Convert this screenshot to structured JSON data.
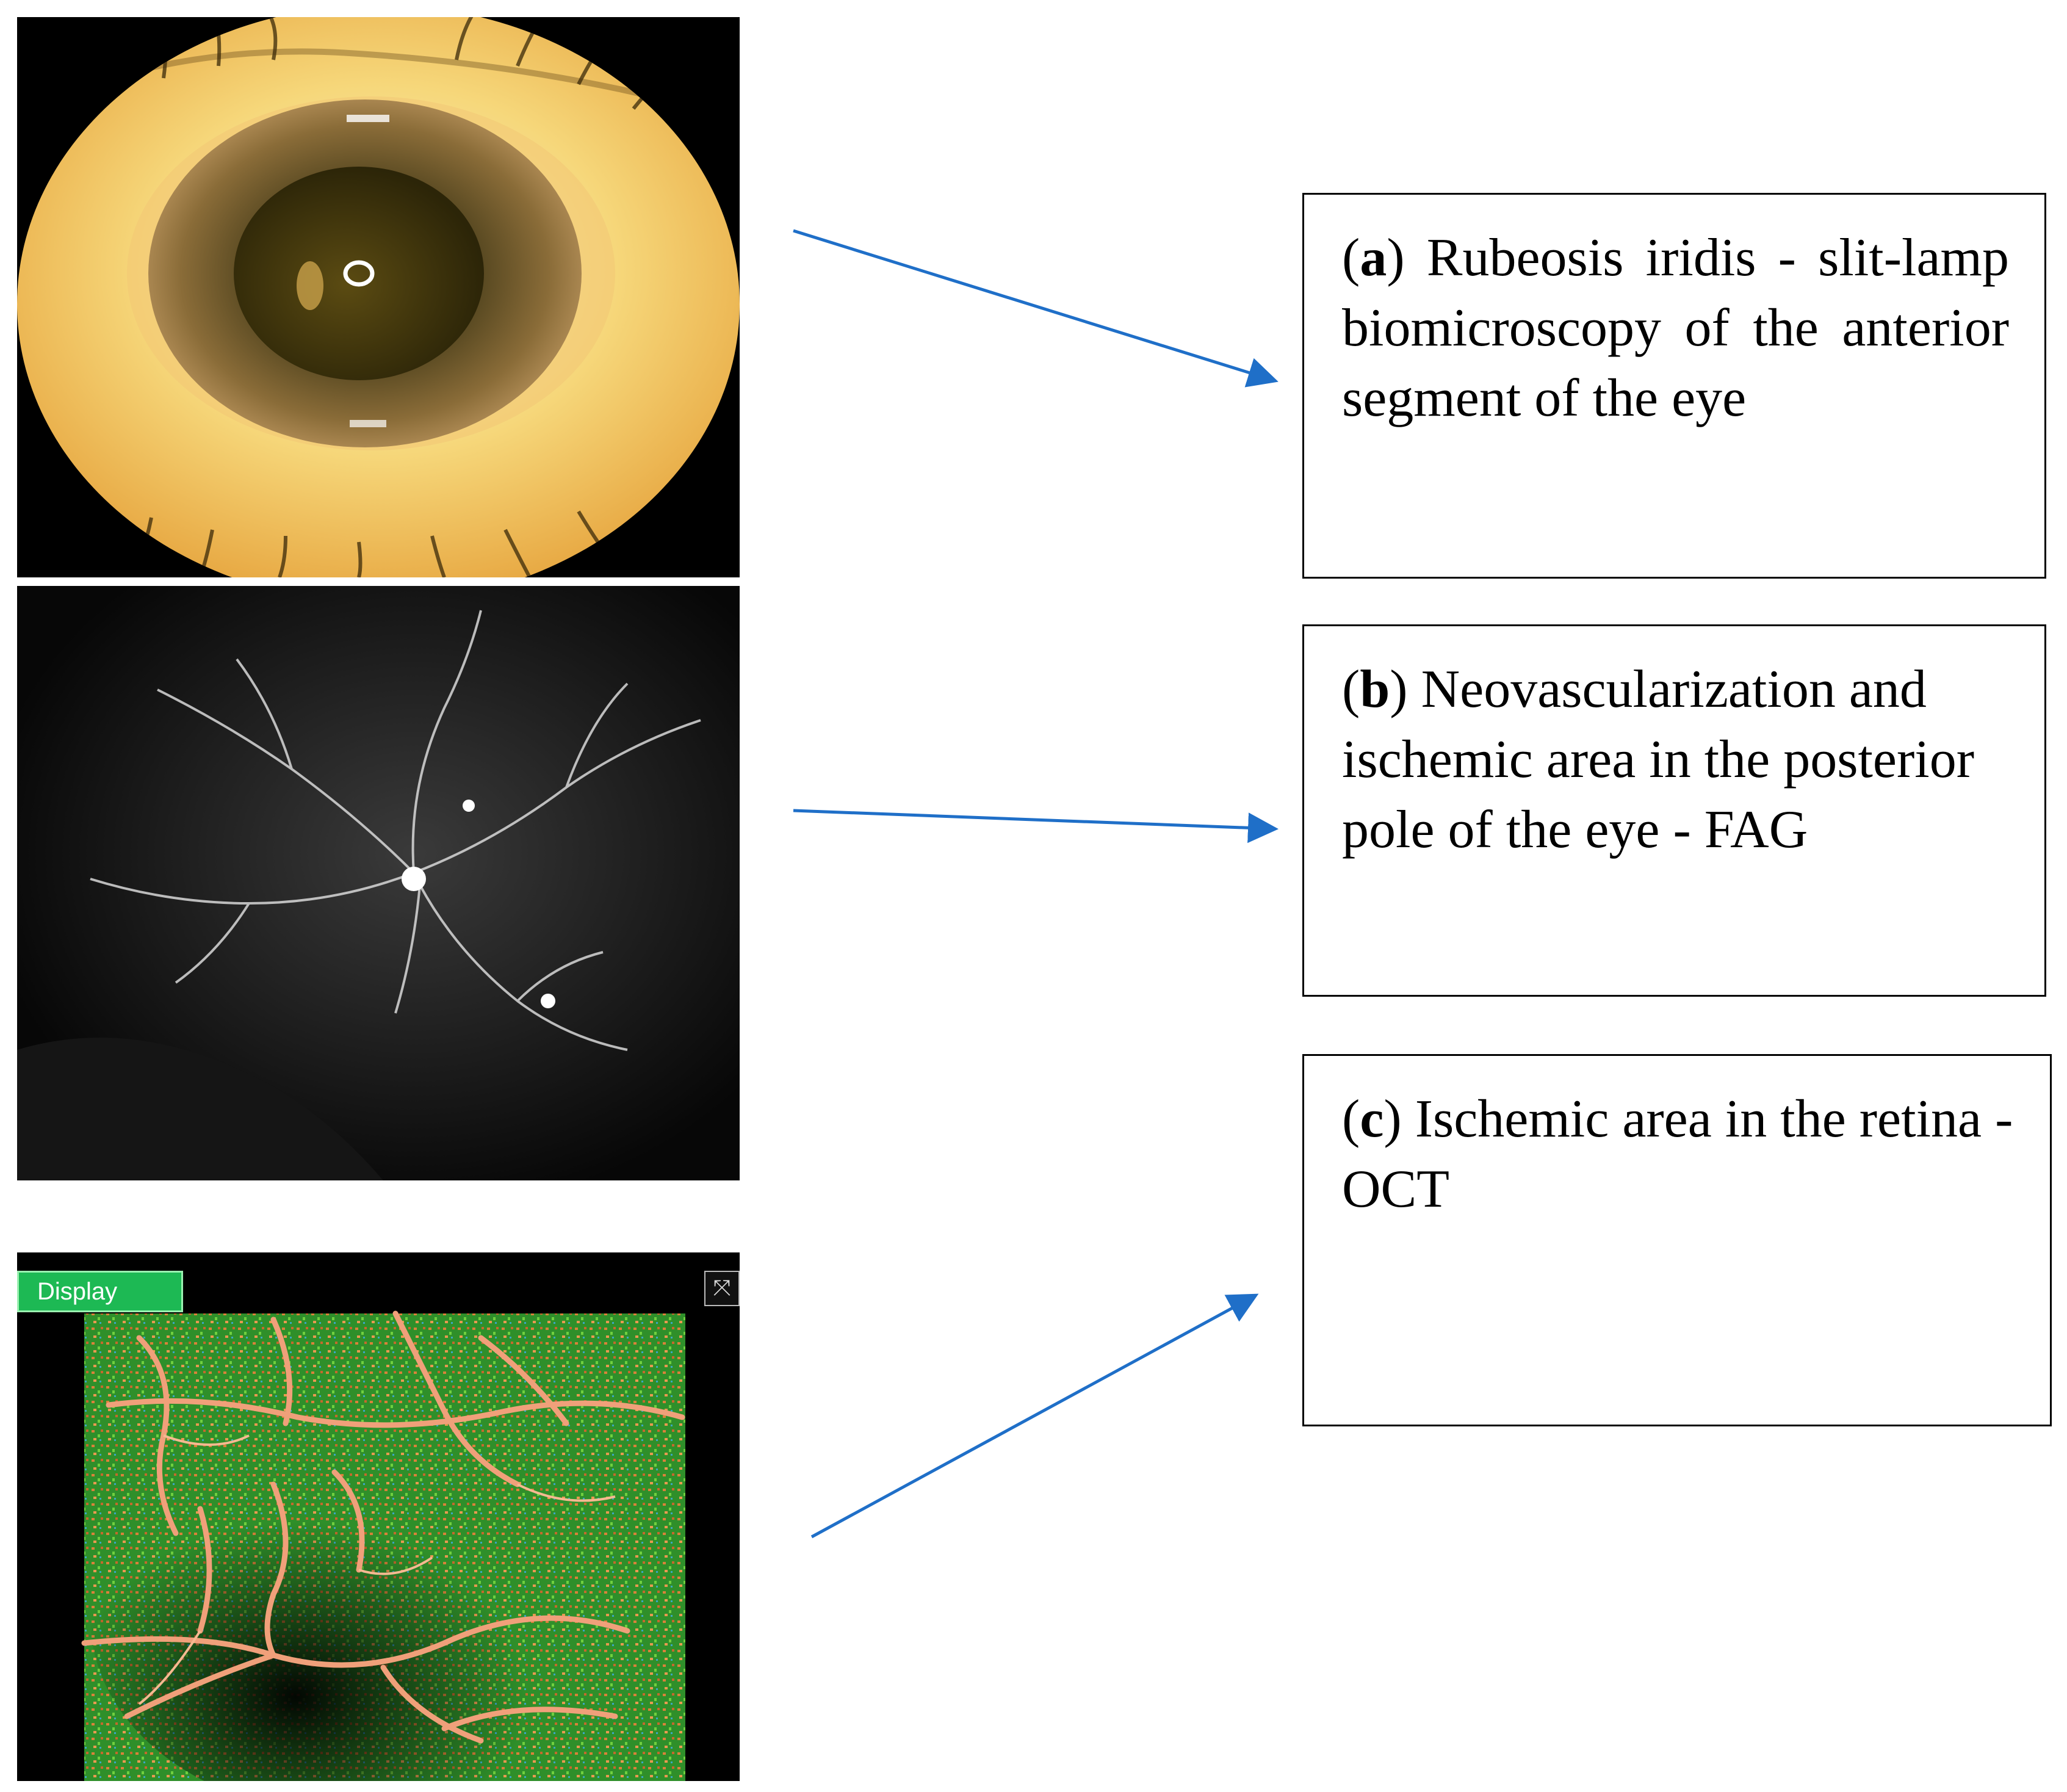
{
  "panels": {
    "c": {
      "display_label": "Display"
    }
  },
  "captions": [
    {
      "letter": "a",
      "text": "Rubeosis iridis - slit-lamp biomicroscopy of the anterior segment of the eye"
    },
    {
      "letter": "b",
      "text": "Neovascularization and ischemic area in the posterior pole of the eye - FAG"
    },
    {
      "letter": "c",
      "text": "Ischemic area in the retina - OCT"
    }
  ],
  "colors": {
    "arrow": "#1f6fc8",
    "box_border": "#000000"
  }
}
